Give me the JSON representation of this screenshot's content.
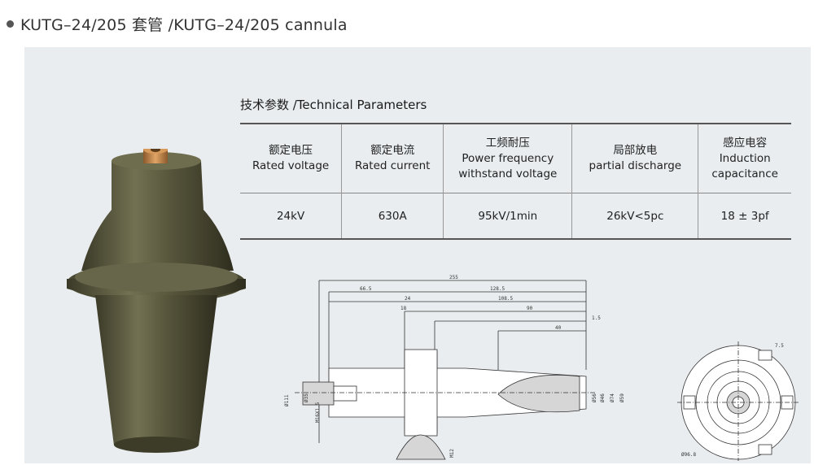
{
  "page": {
    "title": "KUTG–24/205 套管 /KUTG–24/205 cannula"
  },
  "specs": {
    "heading": "技术参数 /Technical Parameters",
    "columns": [
      {
        "zh": "额定电压",
        "en1": "Rated voltage",
        "en2": ""
      },
      {
        "zh": "额定电流",
        "en1": "Rated current",
        "en2": ""
      },
      {
        "zh": "工频耐压",
        "en1": "Power frequency",
        "en2": "withstand voltage"
      },
      {
        "zh": "局部放电",
        "en1": "partial discharge",
        "en2": ""
      },
      {
        "zh": "感应电容",
        "en1": "Induction",
        "en2": "capacitance"
      }
    ],
    "values": [
      "24kV",
      "630A",
      "95kV/1min",
      "26kV<5pc",
      "18 ± 3pf"
    ]
  },
  "drawing": {
    "dims": {
      "d255": "255",
      "d66_5": "66.5",
      "d128_5": "128.5",
      "d24": "24",
      "d108_5": "108.5",
      "d18": "18",
      "d90": "90",
      "d1_5": "1.5",
      "d40": "40",
      "dphi111": "Ø111",
      "dphi35": "Ø35",
      "dM16": "M16X1.5",
      "dphi56": "Ø56",
      "dphi46": "Ø46",
      "dphi74": "Ø74",
      "dphi59": "Ø59",
      "dM12": "M12",
      "d7_5": "7.5",
      "dphi96_8": "Ø96.8"
    }
  },
  "colors": {
    "panel": "#e9edf0",
    "product_body": "#5b5a3f",
    "copper": "#c8864a"
  }
}
